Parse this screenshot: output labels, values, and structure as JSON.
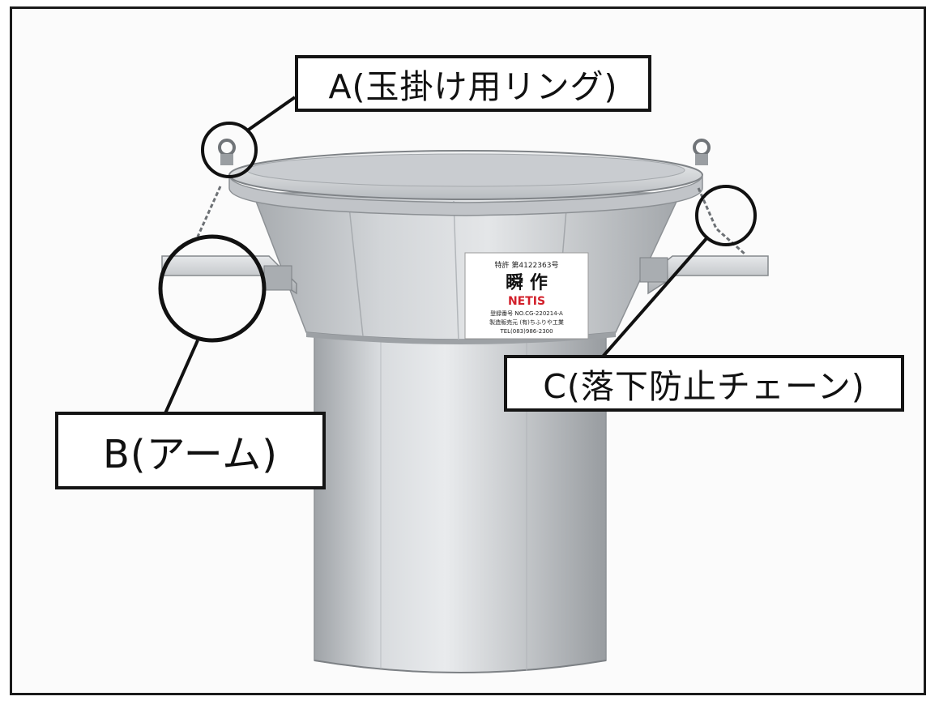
{
  "labels": {
    "a": "A(玉掛け用リング)",
    "b": "B(アーム)",
    "c": "C(落下防止チェーン)"
  },
  "product_sticker": {
    "patent": "特許 第4122363号",
    "brand": "瞬 作",
    "netis": "NETIS",
    "reg": "登録番号 NO.CG-220214-A",
    "maker": "製造販売元 (有)ちふりや工業",
    "tel": "TEL(083)986-2300"
  },
  "colors": {
    "metal_light": "#e2e4e6",
    "metal_mid": "#b7bbbf",
    "metal_dark": "#8c9094",
    "outline": "#141414",
    "netis_red": "#d21f2a"
  }
}
